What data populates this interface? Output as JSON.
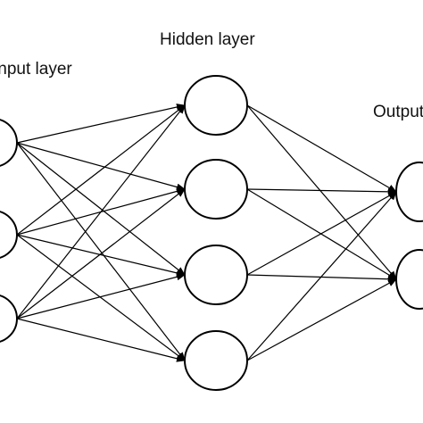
{
  "diagram": {
    "input_label": "Input layer",
    "hidden_label": "Hidden layer",
    "output_label": "Output layer",
    "layers": [
      {
        "name": "input",
        "node_count": 3
      },
      {
        "name": "hidden",
        "node_count": 4
      },
      {
        "name": "output",
        "node_count": 2
      }
    ],
    "connection": "fully-connected",
    "colors": {
      "stroke": "#000000",
      "fill": "#ffffff",
      "text": "#111111"
    }
  }
}
